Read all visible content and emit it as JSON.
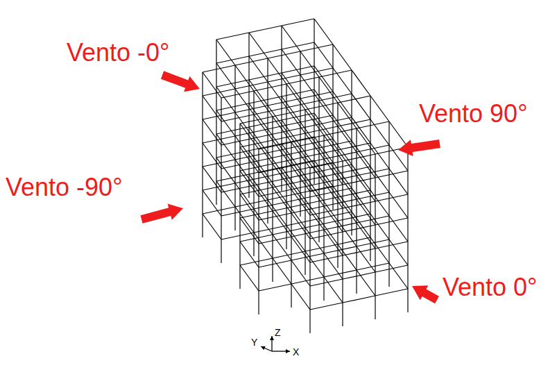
{
  "diagram": {
    "labels": [
      "Vento -0°",
      "Vento 90°",
      "Vento -90°",
      "Vento 0°",
      "Y",
      "Z",
      "X"
    ]
  }
}
